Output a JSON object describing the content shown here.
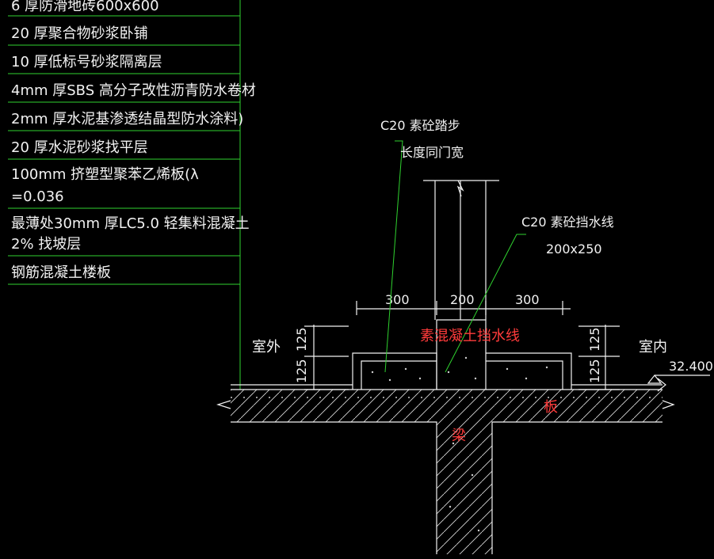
{
  "legend": {
    "rows": [
      "6 厚防滑地砖600x600",
      "20 厚聚合物砂浆卧铺",
      "10 厚低标号砂浆隔离层",
      "4mm  厚SBS 高分子改性沥青防水卷材",
      "2mm  厚水泥基渗透结晶型防水涂料)",
      "20 厚水泥砂浆找平层",
      "100mm   挤塑型聚苯乙烯板(λ",
      "=0.036",
      "最薄处30mm  厚LC5.0  轻集料混凝土",
      "2% 找坡层",
      "钢筋混凝土楼板"
    ]
  },
  "annotations": {
    "step_line1": "C20  素砼踏步",
    "step_line2": "长度同门宽",
    "curb_line1": "C20  素砼挡水线",
    "curb_line2": "200x250",
    "red_curb": "素混凝土挡水线",
    "red_slab": "板",
    "red_beam": "梁",
    "outdoor": "室外",
    "indoor": "室内",
    "elevation": "32.400"
  },
  "dimensions": {
    "top": [
      "300",
      "200",
      "300"
    ],
    "left": [
      "125",
      "125"
    ],
    "right": [
      "125",
      "125"
    ]
  },
  "colors": {
    "leader": "#2fd22f",
    "line": "#f2f2f2",
    "highlight": "#ff3b3b",
    "background": "#000000"
  }
}
